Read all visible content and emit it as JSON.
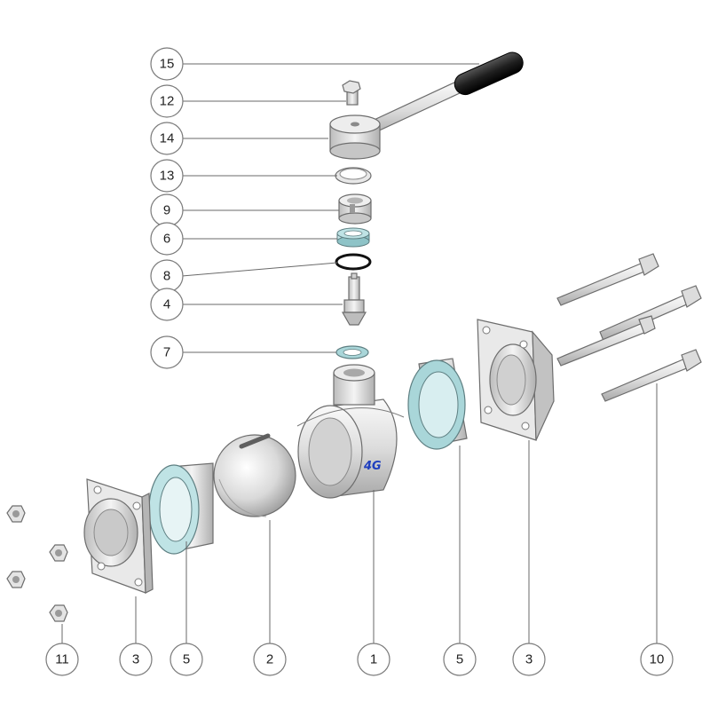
{
  "callouts": {
    "c15": "15",
    "c12": "12",
    "c14": "14",
    "c13": "13",
    "c9": "9",
    "c6": "6",
    "c8": "8",
    "c4": "4",
    "c7": "7",
    "c11": "11",
    "c3_left": "3",
    "c5_left": "5",
    "c2": "2",
    "c1": "1",
    "c5_right": "5",
    "c3_right": "3",
    "c10": "10"
  },
  "brand_mark": "4G",
  "colors": {
    "metal_light": "#f2f2f2",
    "metal_mid": "#d3d3d3",
    "metal_dark": "#9a9a9a",
    "seal": "#a9d6d9",
    "oring": "#1a1a1a",
    "grip": "#2a2a2a",
    "brand": "#1f3fbf"
  }
}
